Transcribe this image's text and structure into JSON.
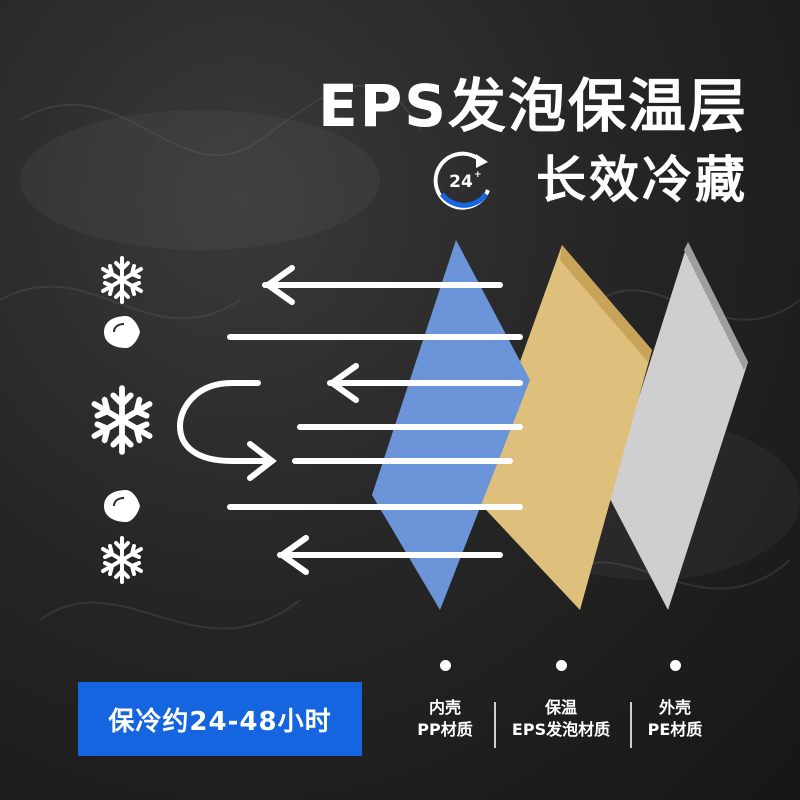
{
  "header": {
    "title": "EPS发泡保温层",
    "subtitle": "长效冷藏",
    "badge_text": "24",
    "badge_color": "#1565e0"
  },
  "banner": {
    "label": "保冷约24-48小时",
    "color": "#1565e0"
  },
  "layers": [
    {
      "name": "内壳",
      "material": "PP材质",
      "color": "#6b95d8"
    },
    {
      "name": "保温",
      "material": "EPS发泡材质",
      "color": "#dec07c"
    },
    {
      "name": "外壳",
      "material": "PE材质",
      "color": "#cfcfcf"
    }
  ],
  "side_icons": [
    "snowflake-icon",
    "droplet-icon",
    "snowflake-icon",
    "droplet-icon",
    "snowflake-icon"
  ]
}
